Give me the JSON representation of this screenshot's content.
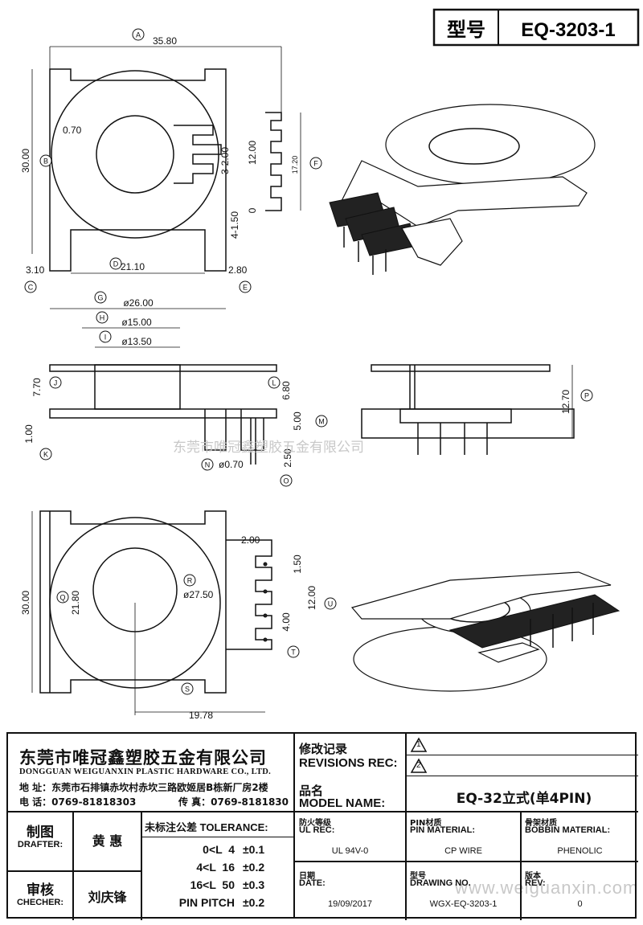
{
  "header": {
    "model_label": "型号",
    "model_no": "EQ-3203-1"
  },
  "views": {
    "top": {
      "dims": {
        "A": "35.80",
        "B": "30.00",
        "C": "3.10",
        "D": "21.10",
        "E": "2.80",
        "F": "17.20",
        "thk": "0.70",
        "slot_a": "3-2.00",
        "slot_b": "12.00",
        "slot_c": "4-1.50",
        "zero": "0"
      }
    },
    "front": {
      "dims": {
        "G": "ø26.00",
        "H": "ø15.00",
        "I": "ø13.50",
        "J": "7.70",
        "K": "1.00",
        "L": "6.80",
        "M": "5.00",
        "N": "ø0.70",
        "O": "2.50"
      }
    },
    "side": {
      "dims": {
        "P": "12.70"
      }
    },
    "bottom": {
      "dims": {
        "Q": "21.80",
        "left": "30.00",
        "R": "ø27.50",
        "S": "",
        "T": "4.00",
        "U": "12.00",
        "top": "2.00",
        "pitch": "1.50",
        "width": "19.78"
      }
    }
  },
  "callouts": [
    "A",
    "B",
    "C",
    "D",
    "E",
    "F",
    "G",
    "H",
    "I",
    "J",
    "K",
    "L",
    "M",
    "N",
    "O",
    "P",
    "Q",
    "R",
    "S",
    "T",
    "U"
  ],
  "watermarks": {
    "center": "东莞市唯冠鑫塑胶五金有限公司",
    "site": "www.weiguanxin.com"
  },
  "company": {
    "name_cn": "东莞市唯冠鑫塑胶五金有限公司",
    "name_en": "DONGGUAN WEIGUANXIN PLASTIC HARDWARE CO., LTD.",
    "address": "地 址：东莞市石排镇赤坎村赤坎三路欧姬居B栋新厂房2楼",
    "tel": "电 话：0769-81818303",
    "fax": "传 真：0769-8181830"
  },
  "revisions": {
    "label_cn": "修改记录",
    "label_en": "REVISIONS REC:",
    "rows": [
      "1",
      "2"
    ]
  },
  "model": {
    "label_cn": "品名",
    "label_en": "MODEL NAME:",
    "value": "EQ-32立式(单4PIN)"
  },
  "people": {
    "drafter_cn": "制图",
    "drafter_en": "DRAFTER:",
    "drafter_name": "黄 惠",
    "checker_cn": "审核",
    "checker_en": "CHECHER:",
    "checker_name": "刘庆锋"
  },
  "tolerance": {
    "label_cn": "未标注公差",
    "label_en": "TOLERANCE:",
    "rows": [
      {
        "range": "0<L  4",
        "value": "±0.1"
      },
      {
        "range": "4<L  16",
        "value": "±0.2"
      },
      {
        "range": "16<L  50",
        "value": "±0.3"
      },
      {
        "range": "PIN PITCH",
        "value": "±0.2"
      }
    ]
  },
  "specs": {
    "ul": {
      "label_cn": "防火等级",
      "label_en": "UL REC:",
      "value": "UL 94V-0"
    },
    "pin": {
      "label_cn": "PIN材质",
      "label_en": "PIN MATERIAL:",
      "value": "CP WIRE"
    },
    "bobbin": {
      "label_cn": "骨架材质",
      "label_en": "BOBBIN MATERIAL:",
      "value": "PHENOLIC"
    },
    "date": {
      "label_cn": "日期",
      "label_en": "DATE:",
      "value": "19/09/2017"
    },
    "drawing": {
      "label_cn": "型号",
      "label_en": "DRAWING NO.",
      "value": "WGX-EQ-3203-1"
    },
    "rev": {
      "label_cn": "版本",
      "label_en": "REV:",
      "value": "0"
    }
  }
}
